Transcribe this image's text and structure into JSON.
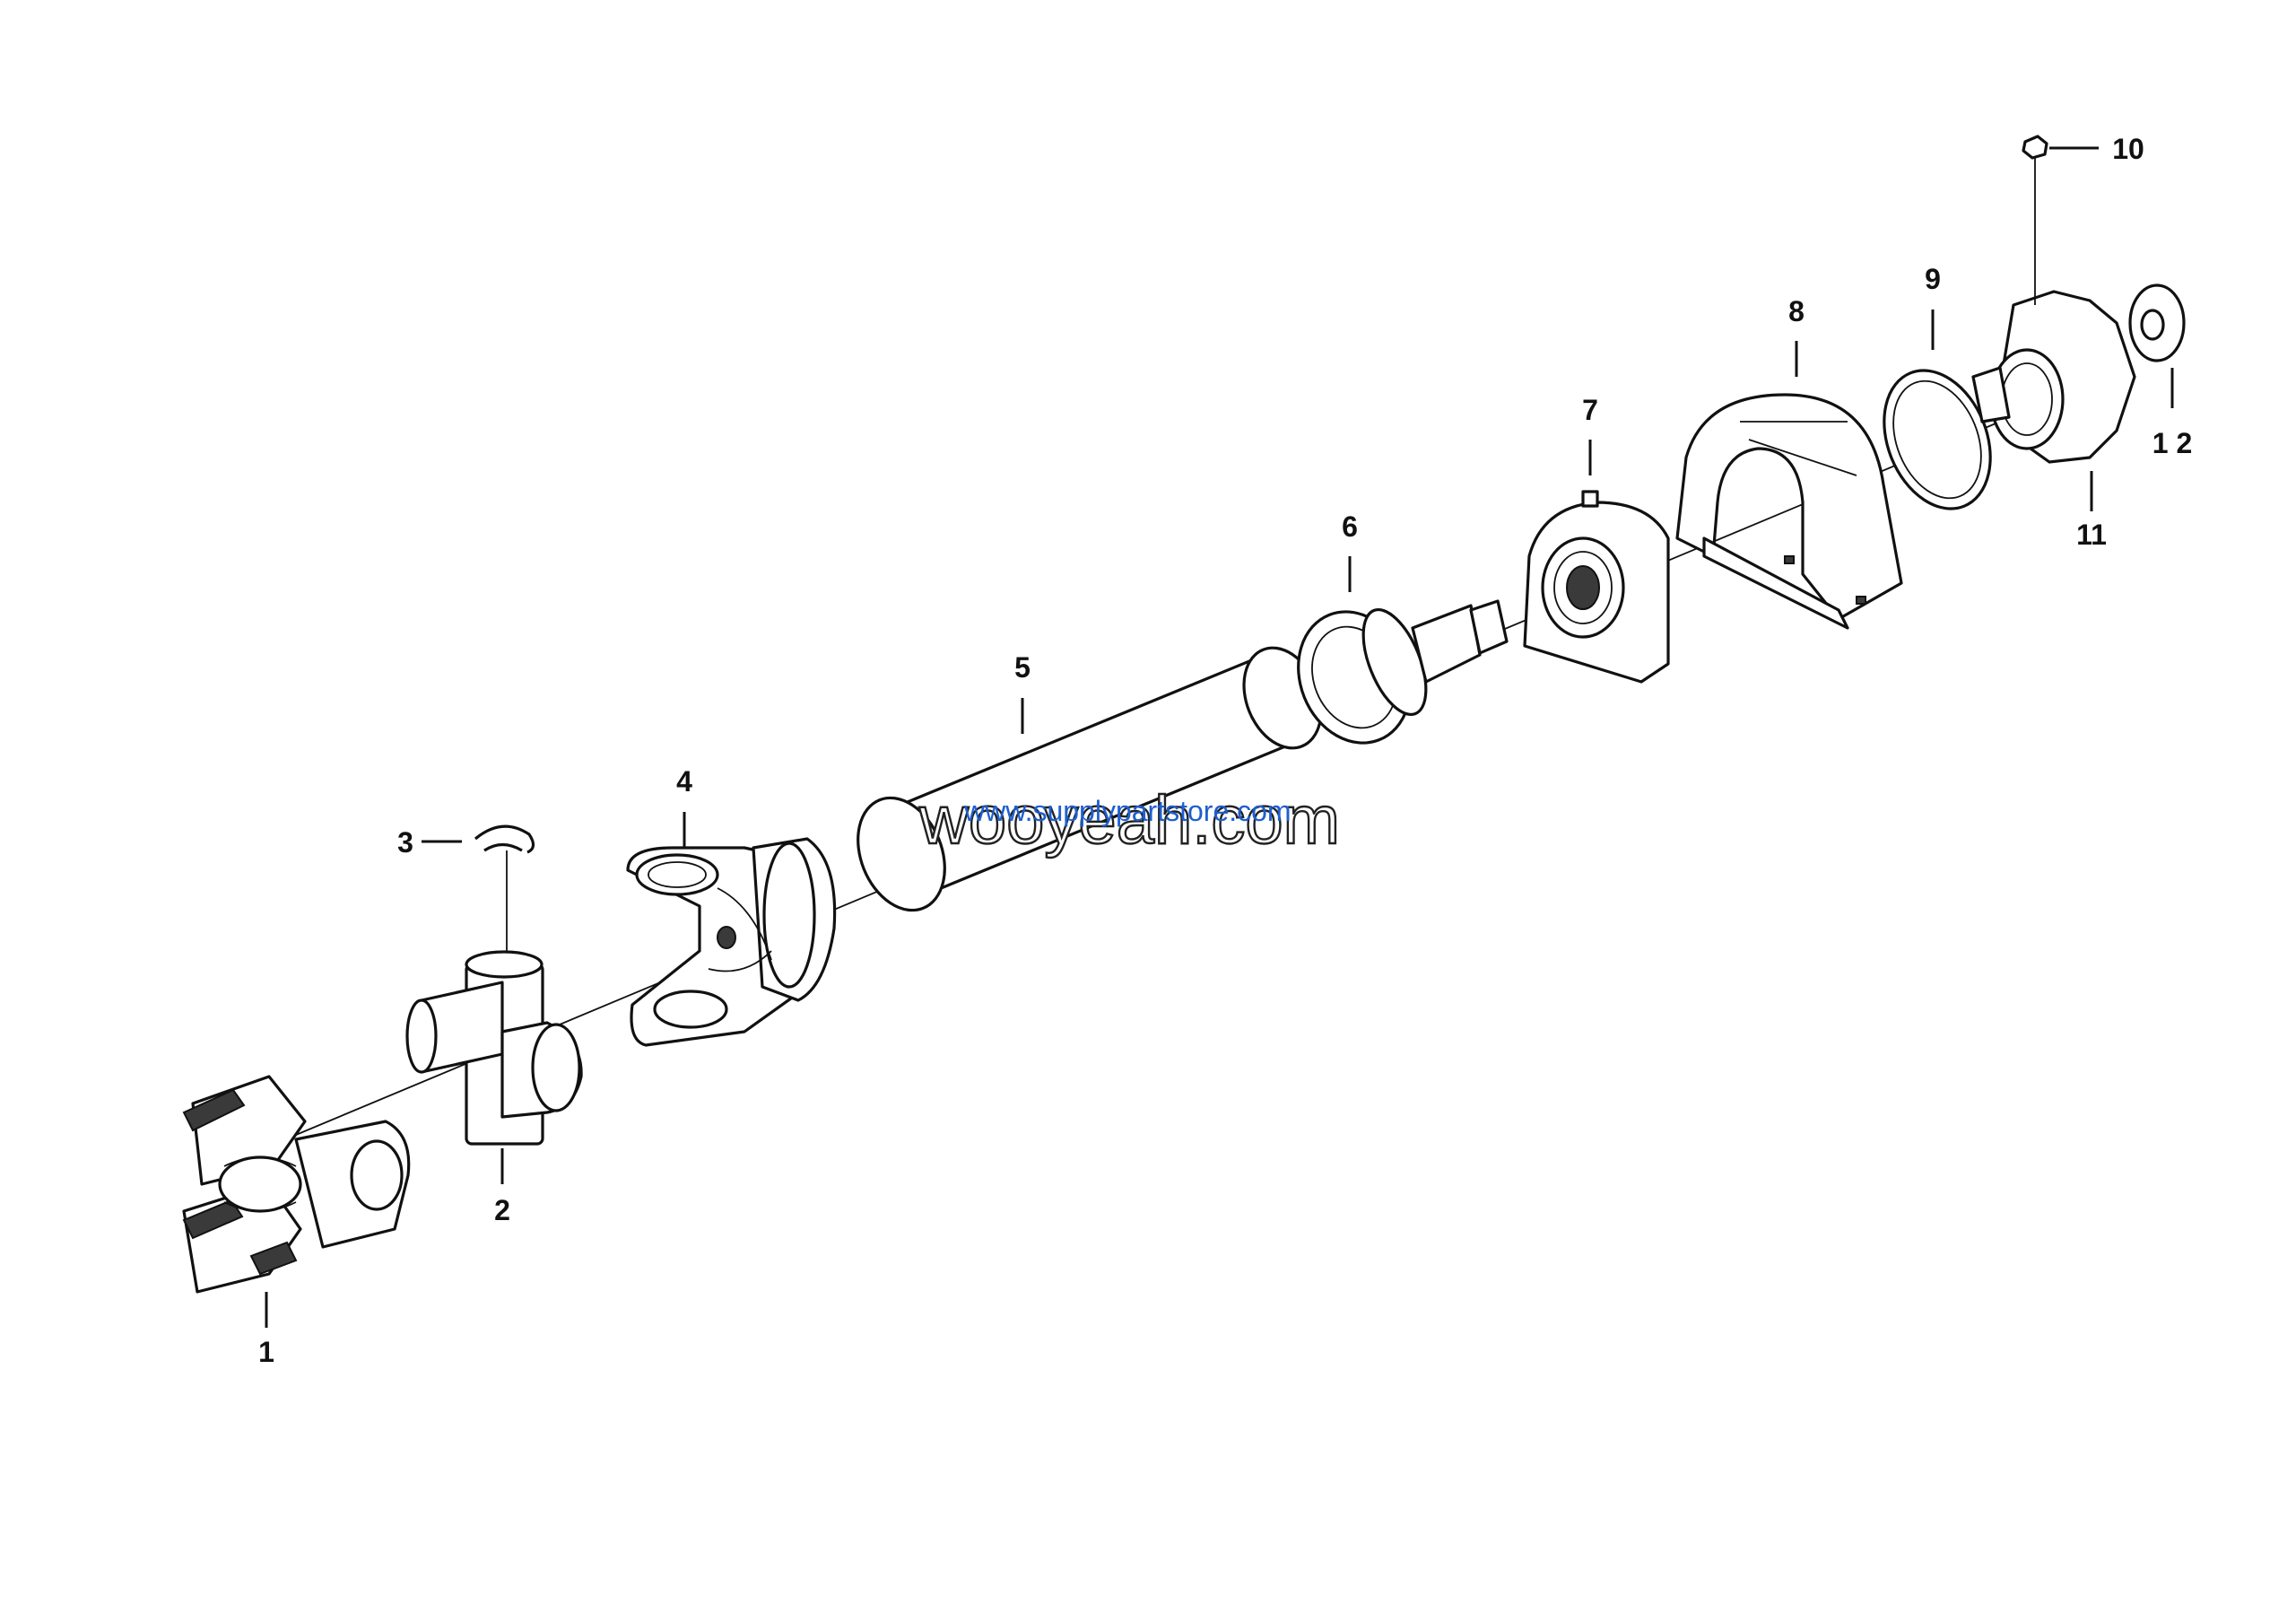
{
  "callouts": [
    {
      "id": "1",
      "label": "1"
    },
    {
      "id": "2",
      "label": "2"
    },
    {
      "id": "3",
      "label": "3"
    },
    {
      "id": "4",
      "label": "4"
    },
    {
      "id": "5",
      "label": "5"
    },
    {
      "id": "6",
      "label": "6"
    },
    {
      "id": "7",
      "label": "7"
    },
    {
      "id": "8",
      "label": "8"
    },
    {
      "id": "9",
      "label": "9"
    },
    {
      "id": "10",
      "label": "10"
    },
    {
      "id": "11",
      "label": "11"
    },
    {
      "id": "12",
      "label": "1 2"
    }
  ],
  "watermarks": {
    "primary": "wooyeah.com",
    "secondary": "www.supplypartstore.com"
  },
  "colors": {
    "line": "#111111",
    "watermark_blue": "#1e5fd0"
  }
}
